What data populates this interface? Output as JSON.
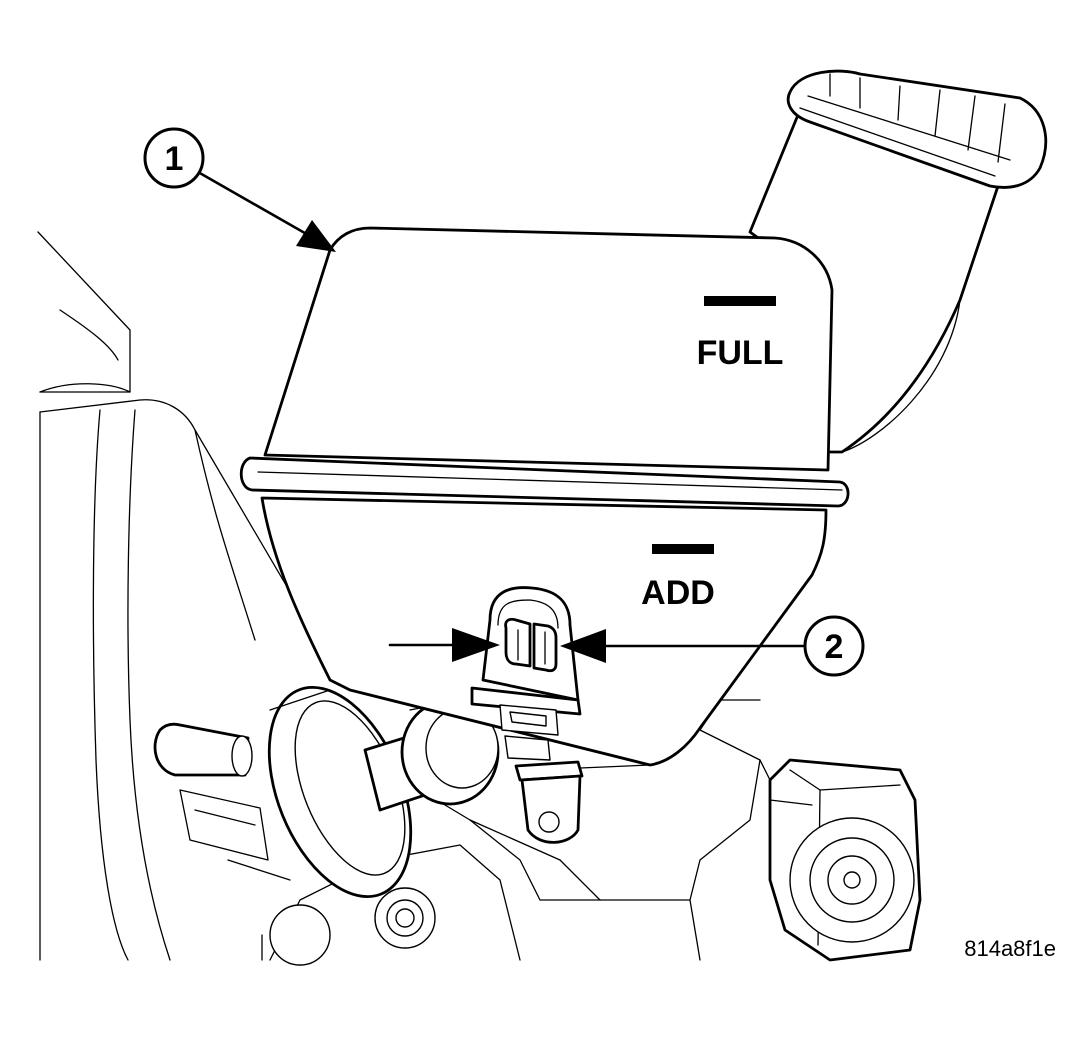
{
  "diagram": {
    "callouts": [
      {
        "id": "1",
        "label": "1"
      },
      {
        "id": "2",
        "label": "2"
      }
    ],
    "markings": {
      "full": "FULL",
      "add": "ADD"
    },
    "figure_code": "814a8f1e"
  },
  "colors": {
    "line": "#000000",
    "background": "#ffffff"
  }
}
